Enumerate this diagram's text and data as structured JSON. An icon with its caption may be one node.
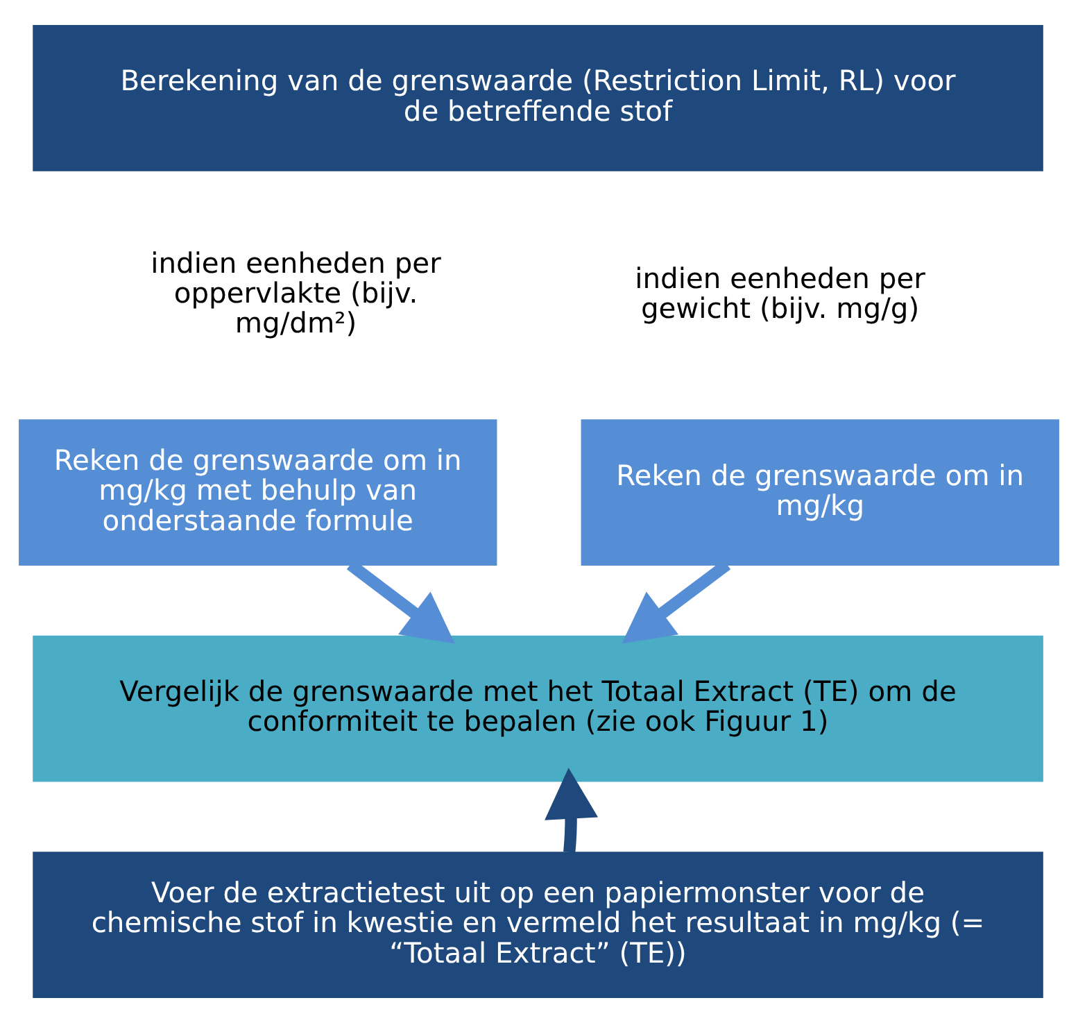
{
  "diagram": {
    "nodes": [
      {
        "text": [
          "Berekening van de grenswaarde (Restriction Limit, RL) voor de betreffende stof"
        ]
      },
      {
        "text": [
          "Reken de grenswaarde om in mg/kg met behulp van onderstaande formule"
        ]
      },
      {
        "text": [
          "Reken de grenswaarde om in mg/kg"
        ]
      },
      {
        "text": [
          "Vergelijk de grenswaarde met het Totaal Extract (TE) om de conformiteit te bepalen (zie ook Figuur 1)"
        ]
      },
      {
        "text": [
          "Voer de extractietest uit op een papiermonster voor de chemische stof in kwestie en vermeld het resultaat in mg/kg (= “Totaal Extract” (TE))"
        ]
      }
    ],
    "edges": [
      {
        "from": 1,
        "to": 3,
        "arrow": "to"
      },
      {
        "from": 2,
        "to": 3,
        "arrow": "to"
      },
      {
        "from": 4,
        "to": 3,
        "arrow": "to",
        "color": "#1f497d"
      }
    ],
    "labels": [
      "indien eenheden per oppervlakte (bijv. mg/dm²)",
      "indien eenheden per gewicht (bijv. mg/g)"
    ]
  }
}
